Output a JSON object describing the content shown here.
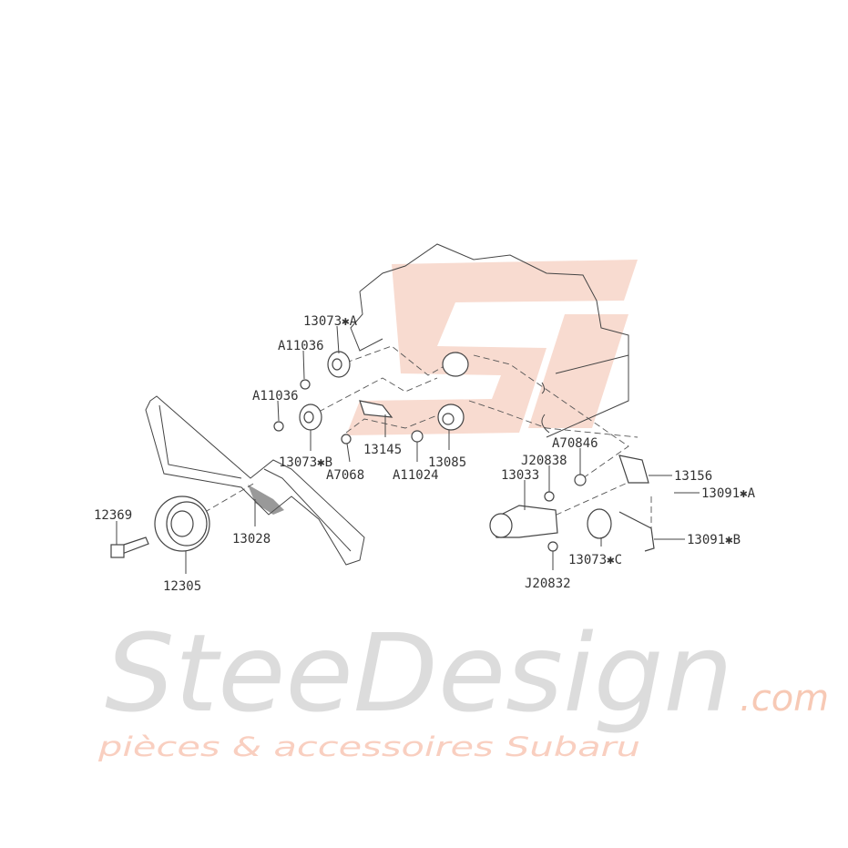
{
  "watermark": {
    "brand": "SteeDesign",
    "domain": ".com",
    "tagline": "pièces & accessoires Subaru",
    "logo_color": "#f7d5c8",
    "brand_color": "#d9d9d9",
    "tagline_color": "#f9cfc0"
  },
  "labels": [
    {
      "id": "13073-a",
      "text": "13073✱A"
    },
    {
      "id": "a11036-1",
      "text": "A11036"
    },
    {
      "id": "a11036-2",
      "text": "A11036"
    },
    {
      "id": "13073-b",
      "text": "13073✱B"
    },
    {
      "id": "13145",
      "text": "13145"
    },
    {
      "id": "a7068",
      "text": "A7068"
    },
    {
      "id": "a11024",
      "text": "A11024"
    },
    {
      "id": "13085",
      "text": "13085"
    },
    {
      "id": "j20838",
      "text": "J20838"
    },
    {
      "id": "a70846",
      "text": "A70846"
    },
    {
      "id": "13033",
      "text": "13033"
    },
    {
      "id": "13156",
      "text": "13156"
    },
    {
      "id": "13091-a",
      "text": "13091✱A"
    },
    {
      "id": "13073-c",
      "text": "13073✱C"
    },
    {
      "id": "13091-b",
      "text": "13091✱B"
    },
    {
      "id": "j20832",
      "text": "J20832"
    },
    {
      "id": "12369",
      "text": "12369"
    },
    {
      "id": "13028",
      "text": "13028"
    },
    {
      "id": "12305",
      "text": "12305"
    }
  ]
}
